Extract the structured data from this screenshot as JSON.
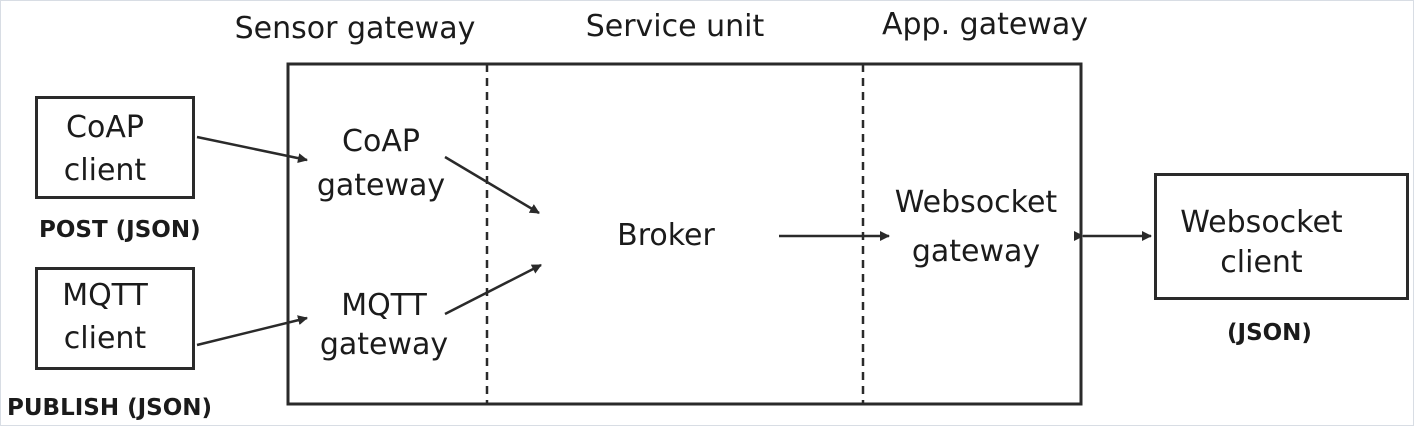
{
  "sections": {
    "sensor": "Sensor gateway",
    "service": "Service unit",
    "app": "App. gateway"
  },
  "coap_client": {
    "line1": "CoAP",
    "line2": "client",
    "caption": "POST (JSON)"
  },
  "mqtt_client": {
    "line1": "MQTT",
    "line2": "client",
    "caption": "PUBLISH (JSON)"
  },
  "coap_gateway": {
    "line1": "CoAP",
    "line2": "gateway"
  },
  "mqtt_gateway": {
    "line1": "MQTT",
    "line2": "gateway"
  },
  "broker": {
    "label": "Broker"
  },
  "websocket_gateway": {
    "line1": "Websocket",
    "line2": "gateway"
  },
  "websocket_client": {
    "line1": "Websocket",
    "line2": "client",
    "caption": "(JSON)"
  },
  "colors": {
    "line": "#2a2a2a",
    "text": "#1b1b1b",
    "frame_border": "#d8dde4"
  }
}
